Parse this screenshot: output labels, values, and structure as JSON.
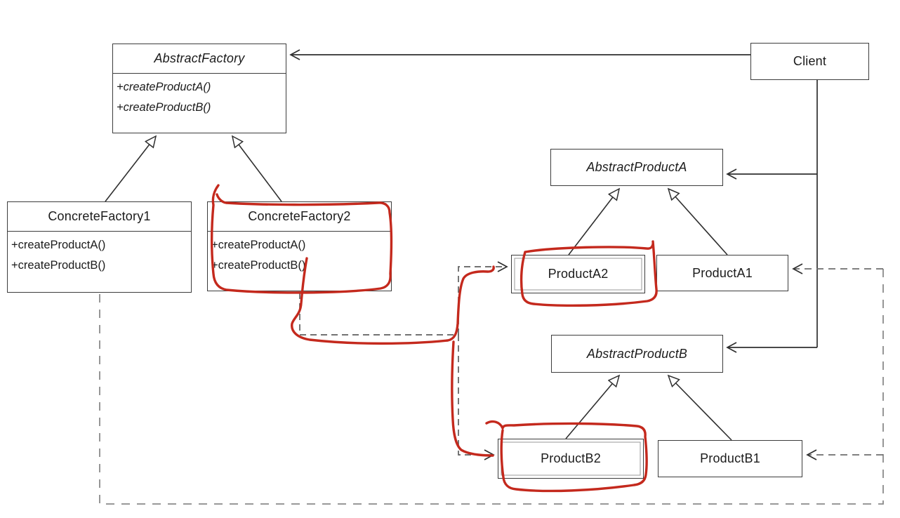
{
  "diagram": {
    "type": "uml-class-diagram",
    "pattern": "Abstract Factory",
    "classes": {
      "abstract_factory": {
        "name": "AbstractFactory",
        "stereotype": "abstract",
        "methods": [
          "+createProductA()",
          "+createProductB()"
        ]
      },
      "client": {
        "name": "Client"
      },
      "concrete_factory1": {
        "name": "ConcreteFactory1",
        "methods": [
          "+createProductA()",
          "+createProductB()"
        ]
      },
      "concrete_factory2": {
        "name": "ConcreteFactory2",
        "methods": [
          "+createProductA()",
          "+createProductB()"
        ],
        "highlighted": true
      },
      "abstract_product_a": {
        "name": "AbstractProductA",
        "stereotype": "abstract"
      },
      "product_a2": {
        "name": "ProductA2",
        "highlighted": true
      },
      "product_a1": {
        "name": "ProductA1"
      },
      "abstract_product_b": {
        "name": "AbstractProductB",
        "stereotype": "abstract"
      },
      "product_b2": {
        "name": "ProductB2",
        "highlighted": true
      },
      "product_b1": {
        "name": "ProductB1"
      }
    },
    "relationships": [
      {
        "from": "Client",
        "to": "AbstractFactory",
        "type": "association"
      },
      {
        "from": "Client",
        "to": "AbstractProductA",
        "type": "association"
      },
      {
        "from": "Client",
        "to": "AbstractProductB",
        "type": "association"
      },
      {
        "from": "ConcreteFactory1",
        "to": "AbstractFactory",
        "type": "generalization"
      },
      {
        "from": "ConcreteFactory2",
        "to": "AbstractFactory",
        "type": "generalization"
      },
      {
        "from": "ProductA2",
        "to": "AbstractProductA",
        "type": "generalization"
      },
      {
        "from": "ProductA1",
        "to": "AbstractProductA",
        "type": "generalization"
      },
      {
        "from": "ProductB2",
        "to": "AbstractProductB",
        "type": "generalization"
      },
      {
        "from": "ProductB1",
        "to": "AbstractProductB",
        "type": "generalization"
      },
      {
        "from": "ConcreteFactory1",
        "to": "ProductA1",
        "type": "dependency-create"
      },
      {
        "from": "ConcreteFactory1",
        "to": "ProductB1",
        "type": "dependency-create"
      },
      {
        "from": "ConcreteFactory2",
        "to": "ProductA2",
        "type": "dependency-create"
      },
      {
        "from": "ConcreteFactory2",
        "to": "ProductB2",
        "type": "dependency-create"
      }
    ],
    "annotations": {
      "color": "#c4291d",
      "items": [
        "hand-drawn-circle-around-ConcreteFactory2",
        "hand-drawn-circle-around-ProductA2",
        "hand-drawn-circle-around-ProductB2",
        "hand-drawn-stroke-linking-ConcreteFactory2-to-ProductA2-and-ProductB2"
      ]
    },
    "colors": {
      "line": "#2f2f2f",
      "dashed_line": "#6e6e6e",
      "outer_dashed_line": "#8a8a8a",
      "box_border": "#3c3c3c",
      "background": "#ffffff",
      "annotation_red": "#c4291d"
    }
  }
}
